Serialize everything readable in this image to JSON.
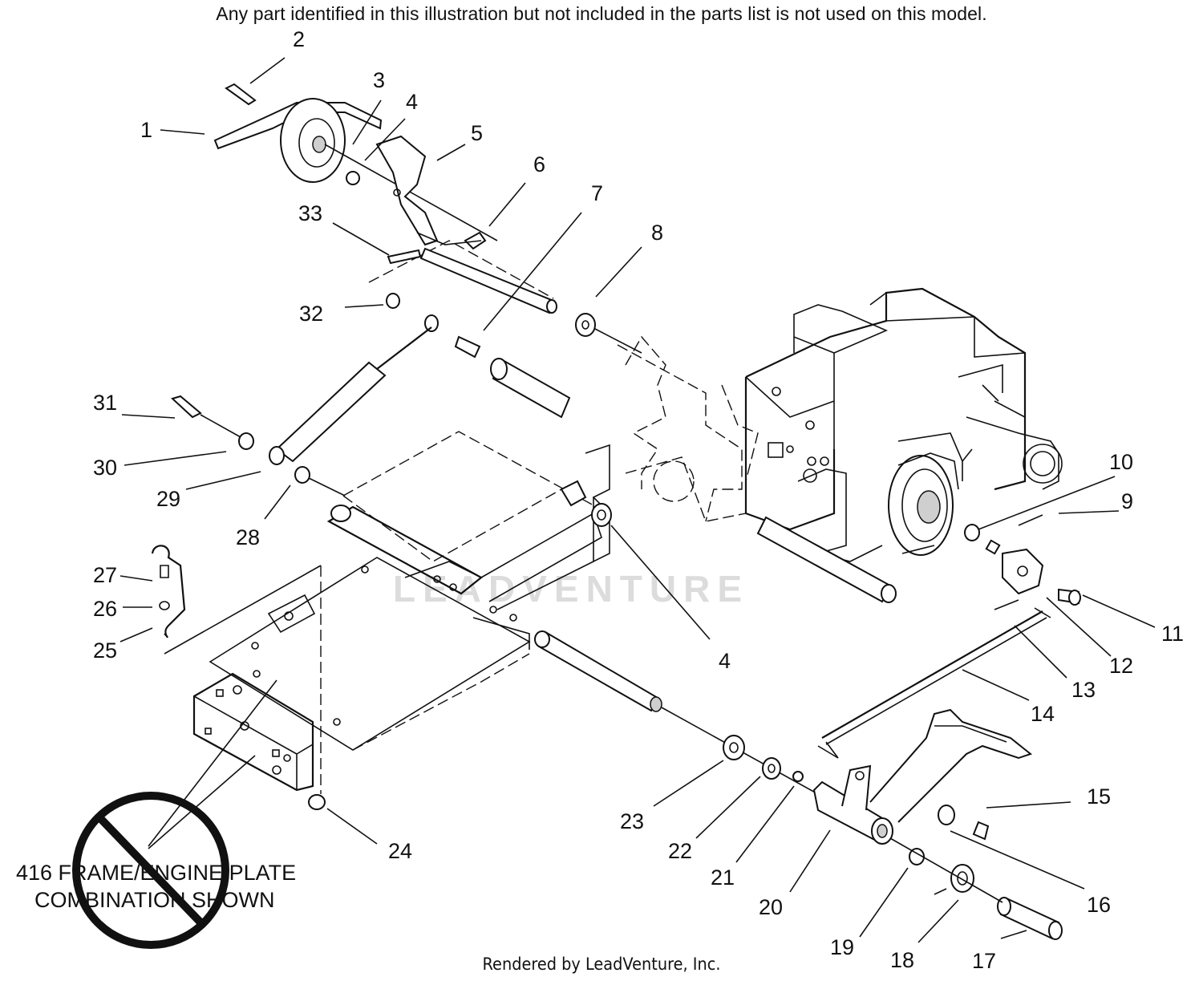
{
  "notice": "Any part identified in this illustration but not included in the parts list is not used on this model.",
  "watermark": "LEADVENTURE",
  "credit": "Rendered by LeadVenture, Inc.",
  "frame_note": {
    "line1": "416 FRAME/ENGINE PLATE",
    "line2": "COMBINATION SHOWN"
  },
  "callouts": {
    "c1": "1",
    "c2": "2",
    "c3": "3",
    "c4": "4",
    "c4b": "4",
    "c5": "5",
    "c6": "6",
    "c7": "7",
    "c8": "8",
    "c9": "9",
    "c10": "10",
    "c11": "11",
    "c12": "12",
    "c13": "13",
    "c14": "14",
    "c15": "15",
    "c16": "16",
    "c17": "17",
    "c18": "18",
    "c19": "19",
    "c20": "20",
    "c21": "21",
    "c22": "22",
    "c23": "23",
    "c24": "24",
    "c25": "25",
    "c26": "26",
    "c27": "27",
    "c28": "28",
    "c29": "29",
    "c30": "30",
    "c31": "31",
    "c32": "32",
    "c33": "33"
  }
}
